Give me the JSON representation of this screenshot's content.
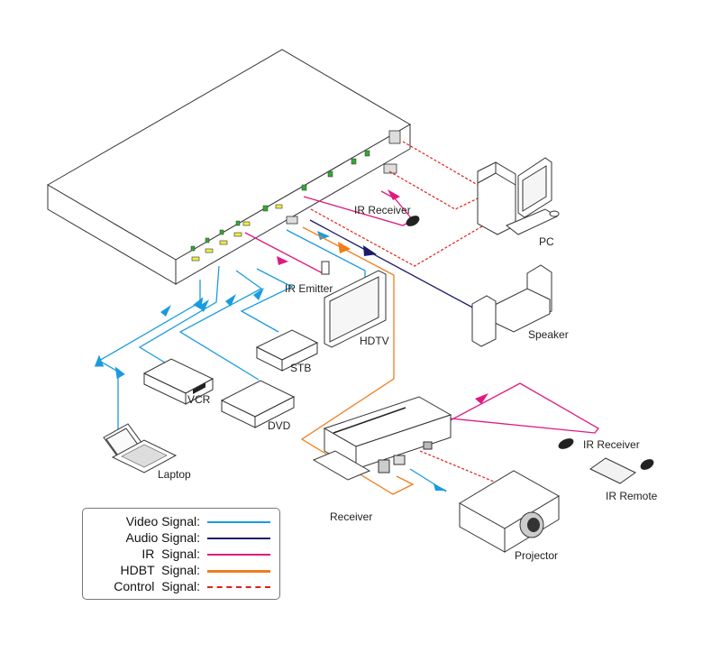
{
  "title": "HDBaseT matrix switcher connection diagram",
  "colors": {
    "video": "#1a9be0",
    "audio": "#1c1a6e",
    "ir": "#e0197f",
    "hdbt": "#f07d1a",
    "control": "#e0201a"
  },
  "labels": {
    "ir_receiver_top": "IR Receiver",
    "pc": "PC",
    "ir_emitter": "IR Emitter",
    "hdtv": "HDTV",
    "speaker": "Speaker",
    "stb": "STB",
    "vcr": "VCR",
    "dvd": "DVD",
    "laptop": "Laptop",
    "receiver": "Receiver",
    "ir_receiver_bottom": "IR Receiver",
    "ir_remote": "IR Remote",
    "projector": "Projector"
  },
  "legend": {
    "items": [
      {
        "label": "Video Signal:",
        "type": "video",
        "style": "solid"
      },
      {
        "label": "Audio Signal:",
        "type": "audio",
        "style": "solid"
      },
      {
        "label": "IR  Signal:",
        "type": "ir",
        "style": "solid"
      },
      {
        "label": "HDBT  Signal:",
        "type": "hdbt",
        "style": "solid"
      },
      {
        "label": "Control  Signal:",
        "type": "control",
        "style": "dashed"
      }
    ]
  }
}
